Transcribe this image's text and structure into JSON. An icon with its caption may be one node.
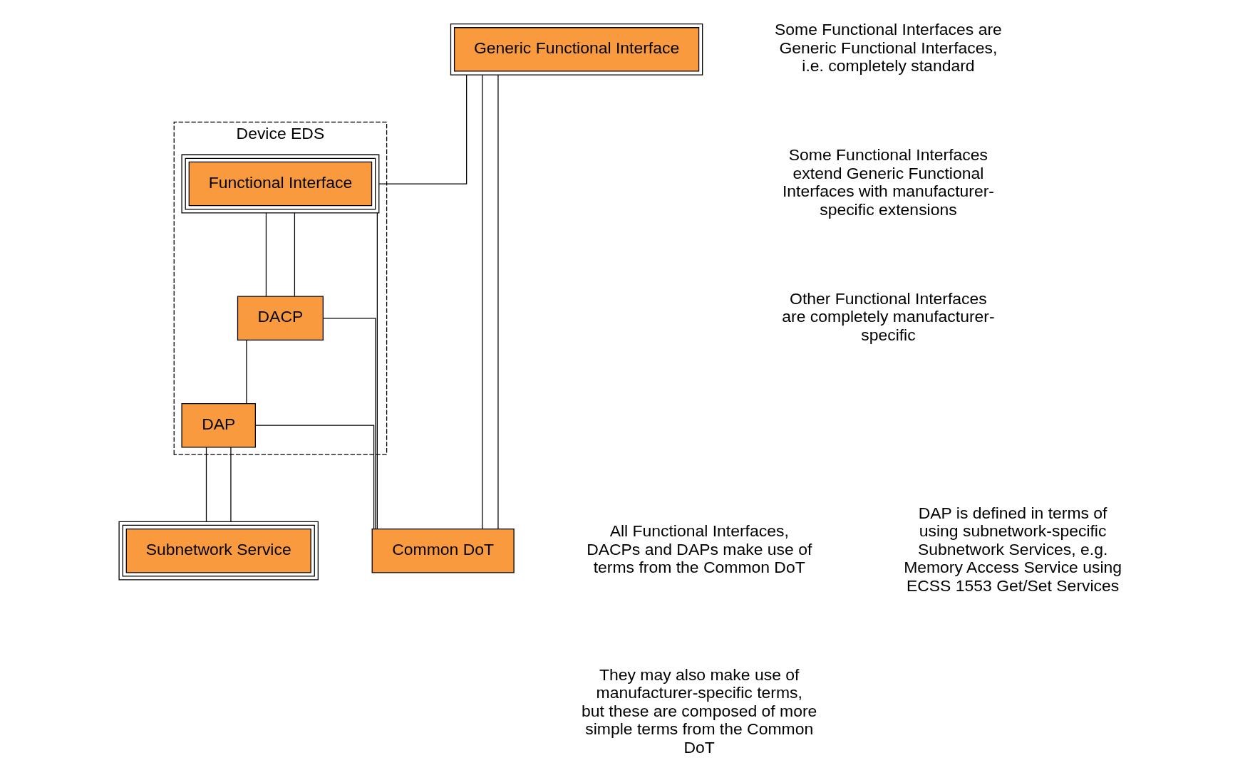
{
  "diagram": {
    "nodes": [
      {
        "text": [
          "Generic Functional Interface"
        ]
      },
      {
        "text": [
          "Common DoT"
        ]
      },
      {
        "text": [
          "Device EDS"
        ]
      },
      {
        "text": [
          "Functional Interface"
        ],
        "in": 2
      },
      {
        "text": [
          "DACP"
        ],
        "in": 2
      },
      {
        "text": [
          "DAP"
        ],
        "in": 2
      },
      {
        "text": [
          "Subnetwork Service"
        ]
      }
    ],
    "edges": [
      {
        "from": 0,
        "to": 1,
        "arrow": "none"
      },
      {
        "from": 0,
        "to": 1,
        "arrow": "none"
      },
      {
        "from": 0,
        "to": 3,
        "arrow": "none"
      },
      {
        "from": 3,
        "to": 1,
        "arrow": "none"
      },
      {
        "from": 3,
        "to": 4,
        "arrow": "none"
      },
      {
        "from": 3,
        "to": 4,
        "arrow": "none"
      },
      {
        "from": 4,
        "to": 1,
        "arrow": "none"
      },
      {
        "from": 4,
        "to": 5,
        "arrow": "none"
      },
      {
        "from": 5,
        "to": 1,
        "arrow": "none"
      },
      {
        "from": 5,
        "to": 6,
        "arrow": "none"
      },
      {
        "from": 5,
        "to": 6,
        "arrow": "none"
      }
    ],
    "labels": [
      "Some Functional Interfaces are Generic Functional Interfaces, i.e. completely standard",
      "Some Functional Interfaces extend Generic Functional Interfaces with manufacturer-specific extensions",
      "Other Functional Interfaces are completely manufacturer-specific",
      "All Functional Interfaces, DACPs and DAPs make use of terms from the Common DoT",
      "They may also make use of manufacturer-specific terms, but these are composed of more simple terms from the Common DoT",
      "DAP is defined in terms of using subnetwork-specific Subnetwork Services, e.g. Memory Access Service using ECSS 1553 Get/Set Services"
    ]
  }
}
